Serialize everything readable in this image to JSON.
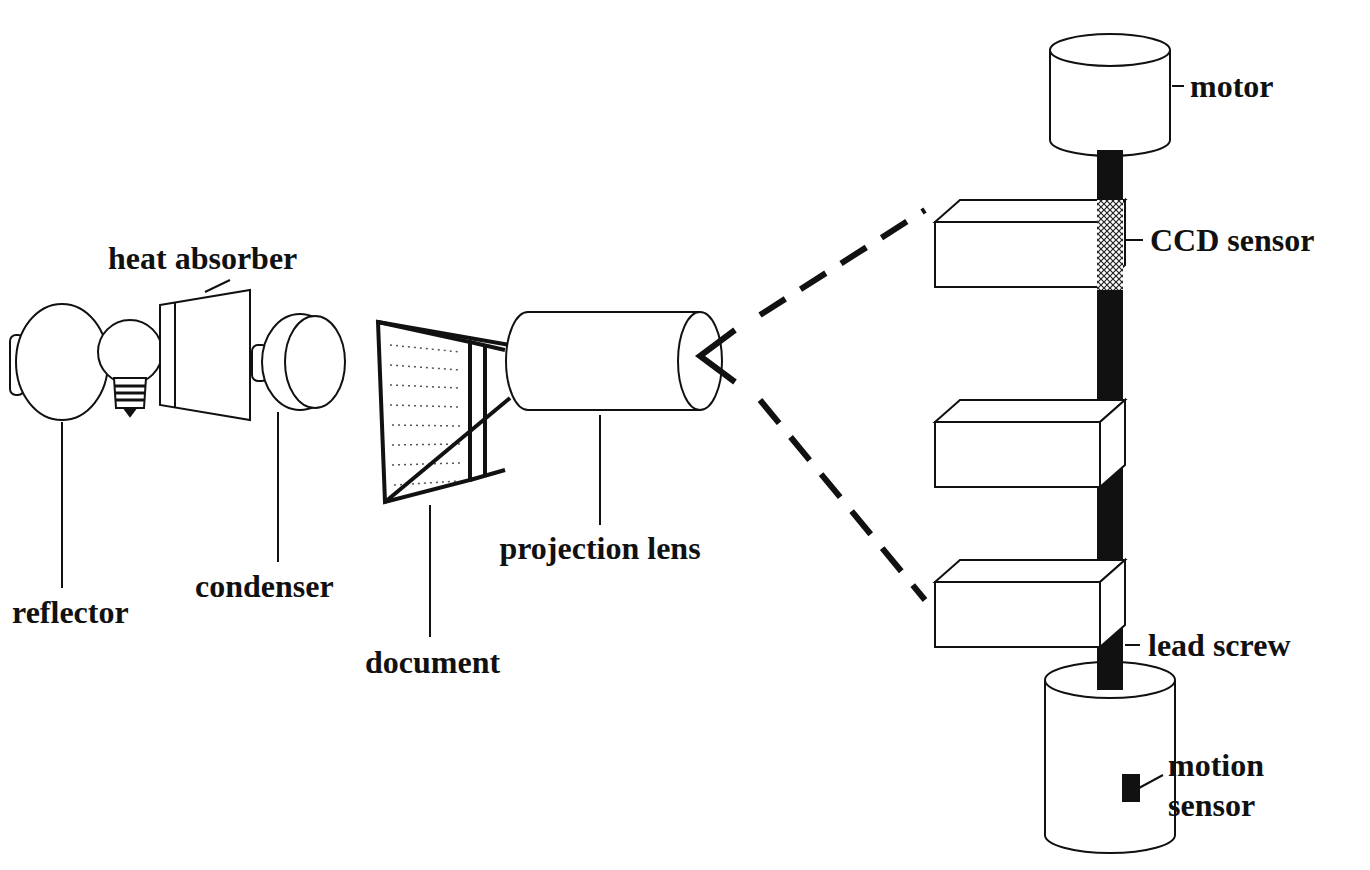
{
  "diagram": {
    "labels": [
      "heat absorber",
      "motor",
      "CCD sensor",
      "projection lens",
      "reflector",
      "condenser",
      "document",
      "lead screw",
      "motion sensor"
    ]
  }
}
